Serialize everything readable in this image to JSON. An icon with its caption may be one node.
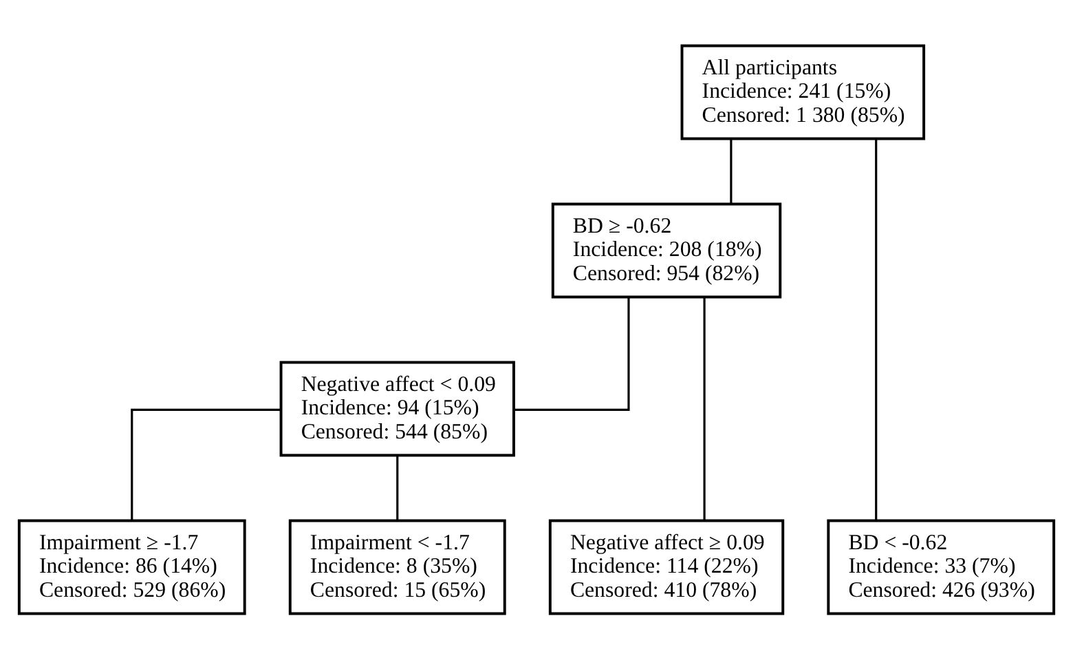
{
  "diagram": {
    "nodes": [
      {
        "text": [
          "All participants",
          "Incidence: 241 (15%)",
          "Censored: 1 380 (85%)"
        ]
      },
      {
        "text": [
          "BD ≥ -0.62",
          "Incidence: 208 (18%)",
          "Censored: 954 (82%)"
        ]
      },
      {
        "text": [
          "Negative affect < 0.09",
          "Incidence: 94 (15%)",
          "Censored: 544 (85%)"
        ]
      },
      {
        "text": [
          "BD < -0.62",
          "Incidence: 33 (7%)",
          "Censored: 426 (93%)"
        ]
      },
      {
        "text": [
          "Impairment ≥ -1.7",
          "Incidence: 86 (14%)",
          "Censored: 529 (86%)"
        ]
      },
      {
        "text": [
          "Impairment < -1.7",
          "Incidence: 8 (35%)",
          "Censored: 15 (65%)"
        ]
      },
      {
        "text": [
          "Negative affect ≥ 0.09",
          "Incidence: 114 (22%)",
          "Censored: 410 (78%)"
        ]
      }
    ],
    "edges": [
      {
        "from": 0,
        "to": 3,
        "arrow": "none"
      },
      {
        "from": 0,
        "to": 1,
        "arrow": "none"
      },
      {
        "from": 1,
        "to": 2,
        "arrow": "none"
      },
      {
        "from": 1,
        "to": 6,
        "arrow": "none"
      },
      {
        "from": 2,
        "to": 4,
        "arrow": "none"
      },
      {
        "from": 2,
        "to": 5,
        "arrow": "none"
      }
    ]
  }
}
